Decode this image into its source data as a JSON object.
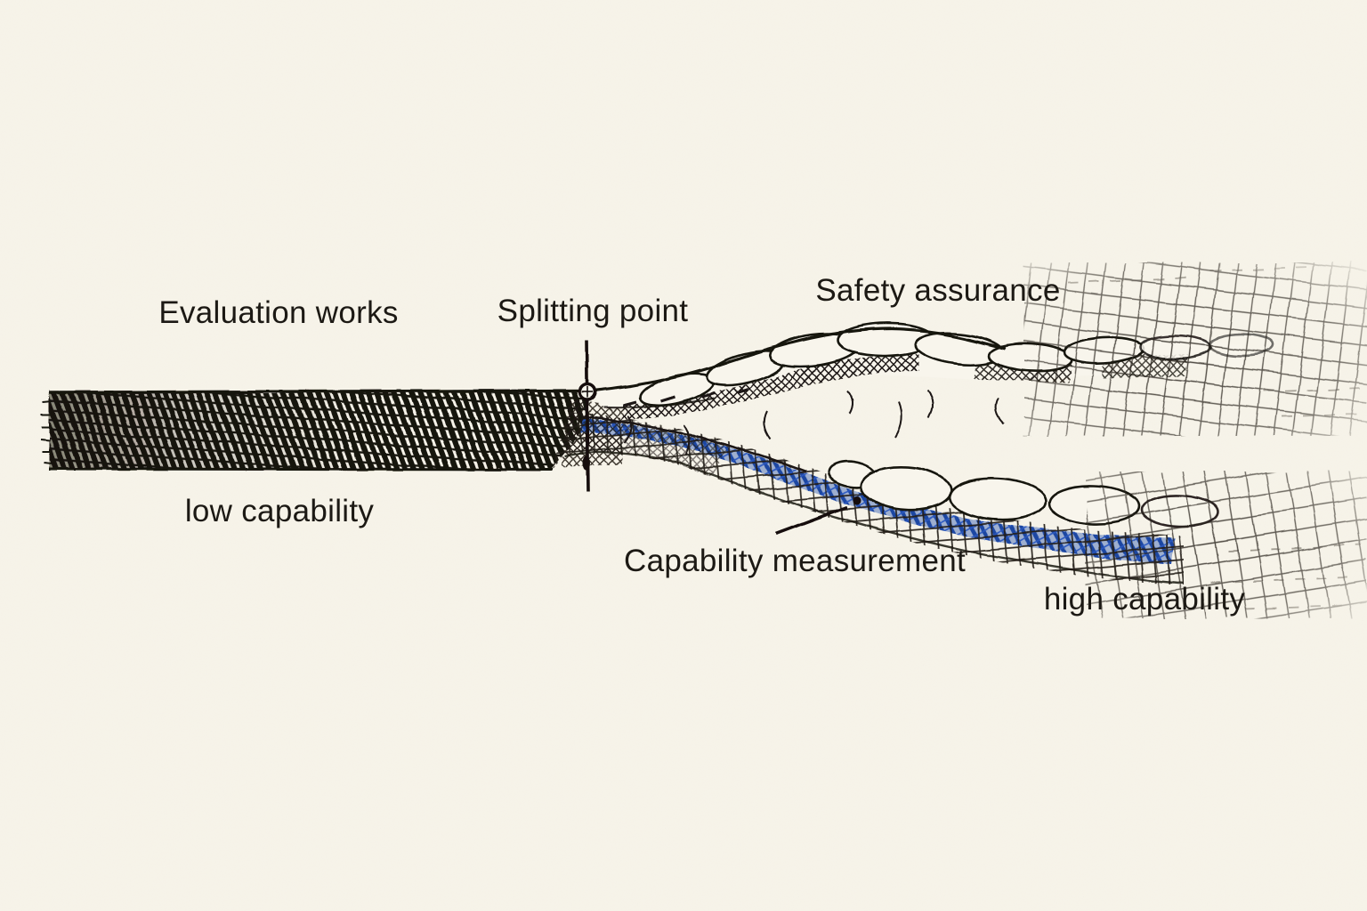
{
  "figure": {
    "type": "hand-drawn ink flow diagram",
    "labels": {
      "evaluation_works": "Evaluation works",
      "splitting_point": "Splitting point",
      "safety_assurance": "Safety assurance",
      "low_capability": "low capability",
      "capability_measurement": "Capability measurement",
      "high_capability": "high capability"
    },
    "colors": {
      "paper": "#f7f4ea",
      "ink": "#1c1914",
      "blue_ink": "#1f4aa5"
    }
  }
}
